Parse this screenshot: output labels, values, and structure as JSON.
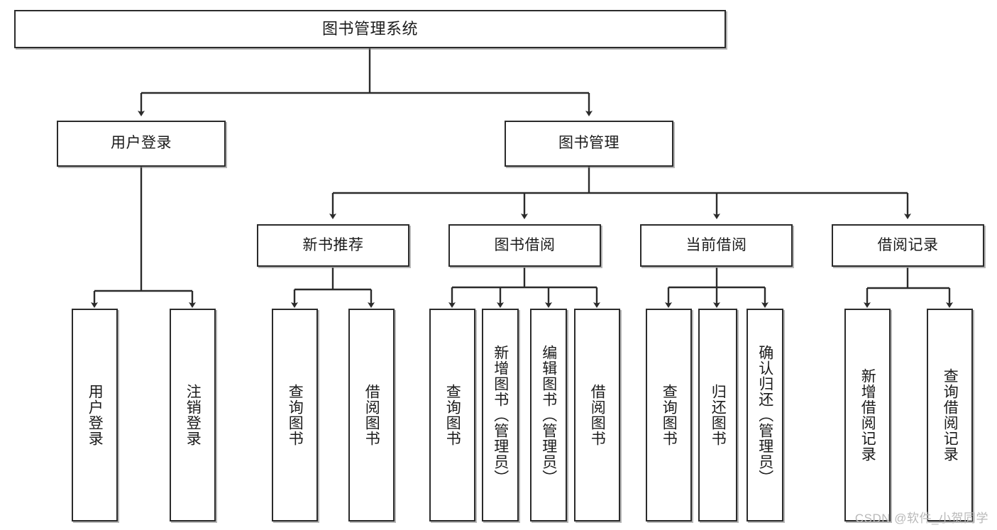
{
  "diagram": {
    "title": "图书管理系统",
    "type": "tree-hierarchy-chart",
    "root": {
      "label": "图书管理系统"
    },
    "level1": [
      {
        "label": "用户登录"
      },
      {
        "label": "图书管理"
      }
    ],
    "level2": [
      {
        "label": "新书推荐"
      },
      {
        "label": "图书借阅"
      },
      {
        "label": "当前借阅"
      },
      {
        "label": "借阅记录"
      }
    ],
    "leaves": {
      "user_login": [
        {
          "label": "用户登录"
        },
        {
          "label": "注销登录"
        }
      ],
      "new_book_recommend": [
        {
          "label": "查询图书"
        },
        {
          "label": "借阅图书"
        }
      ],
      "book_borrow": [
        {
          "label": "查询图书"
        },
        {
          "label": "新增图书（管理员）"
        },
        {
          "label": "编辑图书（管理员）"
        },
        {
          "label": "借阅图书"
        }
      ],
      "current_borrow": [
        {
          "label": "查询图书"
        },
        {
          "label": "归还图书"
        },
        {
          "label": "确认归还（管理员）"
        }
      ],
      "borrow_record": [
        {
          "label": "新增借阅记录"
        },
        {
          "label": "查询借阅记录"
        }
      ]
    }
  },
  "watermark": {
    "text": "CSDN @软件_小贺同学"
  },
  "colors": {
    "node_border": "#2b2b2b",
    "node_fill": "#ffffff",
    "edge": "#2b2b2b",
    "text": "#1b1b1b",
    "watermark": "#b9b9b9",
    "background": "#ffffff"
  }
}
